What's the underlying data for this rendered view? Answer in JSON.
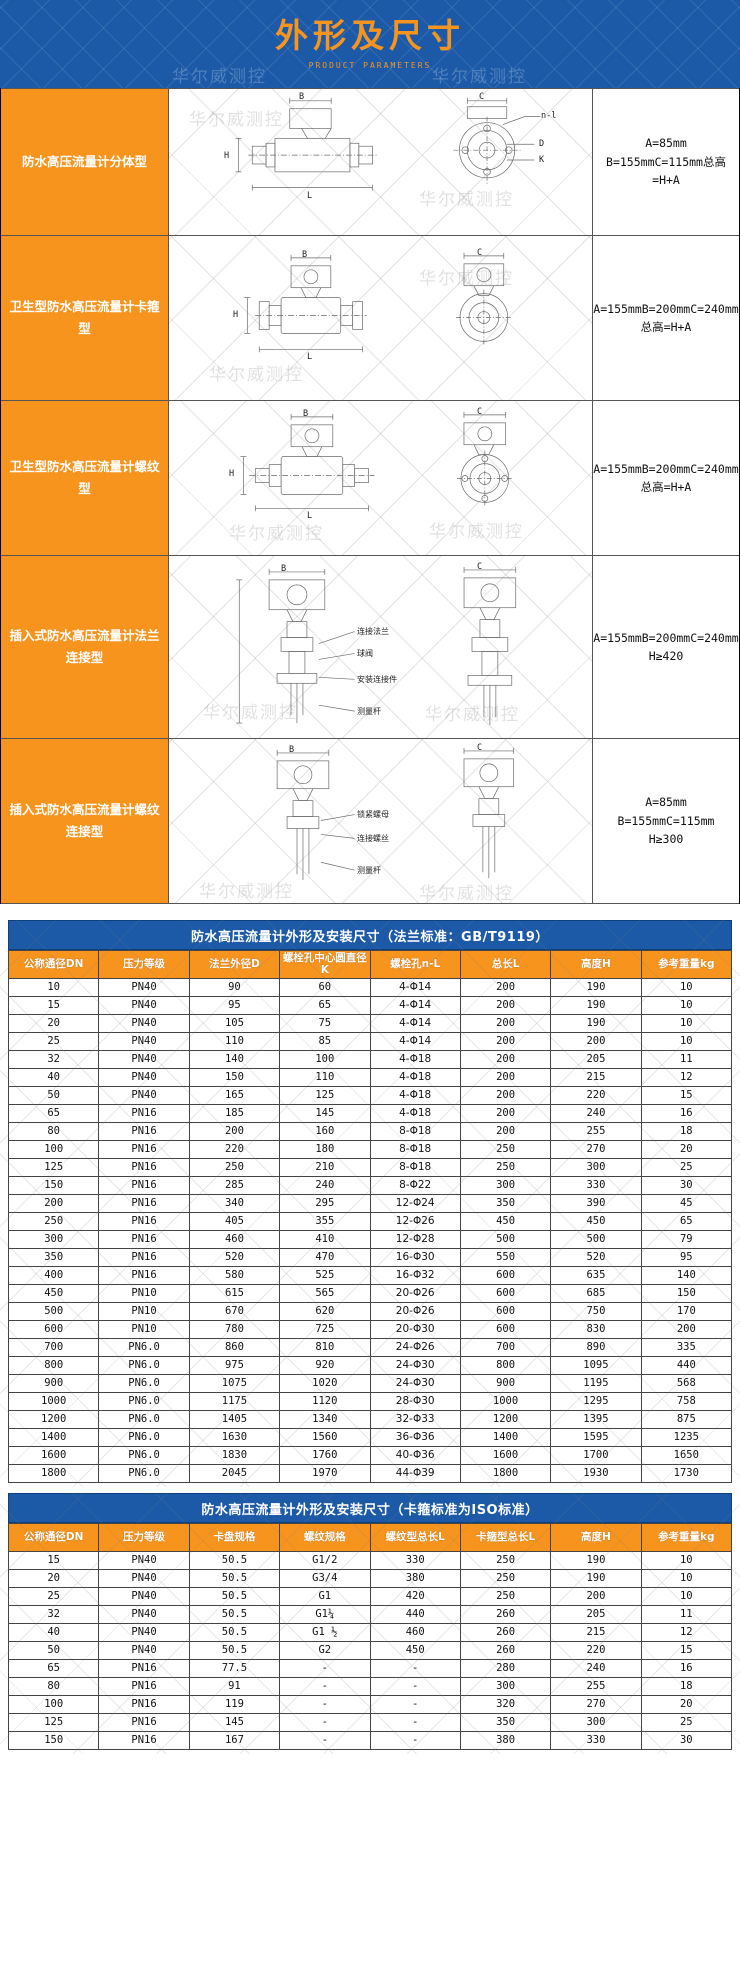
{
  "header": {
    "title": "外形及尺寸",
    "subtitle": "PRODUCT PARAMETERS",
    "watermark": "华尔威测控",
    "bg_color": "#1c5aa8",
    "accent_color": "#f7941e"
  },
  "spec_rows": [
    {
      "label": "防水高压流量计分体型",
      "spec": "A=85mm B=155mmC=115mm总高=H+A",
      "drawing_labels": [
        "B",
        "C",
        "H",
        "L",
        "n-l",
        "D",
        "K"
      ]
    },
    {
      "label": "卫生型防水高压流量计卡箍型",
      "spec": "A=155mmB=200mmC=240mm总高=H+A",
      "drawing_labels": [
        "B",
        "C",
        "H",
        "L"
      ]
    },
    {
      "label": "卫生型防水高压流量计螺纹型",
      "spec": "A=155mmB=200mmC=240mm总高=H+A",
      "drawing_labels": [
        "B",
        "C",
        "H",
        "L"
      ]
    },
    {
      "label": "插入式防水高压流量计法兰连接型",
      "spec": "A=155mmB=200mmC=240mm H≥420",
      "drawing_labels": [
        "B",
        "C",
        "连接法兰",
        "球阀",
        "安装连接件",
        "测量杆"
      ]
    },
    {
      "label": "插入式防水高压流量计螺纹连接型",
      "spec": "A=85mm B=155mmC=115mm H≥300",
      "drawing_labels": [
        "B",
        "C",
        "锁紧螺母",
        "连接螺丝",
        "测量杆"
      ]
    }
  ],
  "table_flange": {
    "title": "防水高压流量计外形及安装尺寸（法兰标准：GB/T9119）",
    "columns": [
      "公称通径DN",
      "压力等级",
      "法兰外径D",
      "螺栓孔中心圆直径K",
      "螺栓孔n-L",
      "总长L",
      "高度H",
      "参考重量kg"
    ],
    "rows": [
      [
        "10",
        "PN40",
        "90",
        "60",
        "4-Φ14",
        "200",
        "190",
        "10"
      ],
      [
        "15",
        "PN40",
        "95",
        "65",
        "4-Φ14",
        "200",
        "190",
        "10"
      ],
      [
        "20",
        "PN40",
        "105",
        "75",
        "4-Φ14",
        "200",
        "190",
        "10"
      ],
      [
        "25",
        "PN40",
        "110",
        "85",
        "4-Φ14",
        "200",
        "200",
        "10"
      ],
      [
        "32",
        "PN40",
        "140",
        "100",
        "4-Φ18",
        "200",
        "205",
        "11"
      ],
      [
        "40",
        "PN40",
        "150",
        "110",
        "4-Φ18",
        "200",
        "215",
        "12"
      ],
      [
        "50",
        "PN40",
        "165",
        "125",
        "4-Φ18",
        "200",
        "220",
        "15"
      ],
      [
        "65",
        "PN16",
        "185",
        "145",
        "4-Φ18",
        "200",
        "240",
        "16"
      ],
      [
        "80",
        "PN16",
        "200",
        "160",
        "8-Φ18",
        "200",
        "255",
        "18"
      ],
      [
        "100",
        "PN16",
        "220",
        "180",
        "8-Φ18",
        "250",
        "270",
        "20"
      ],
      [
        "125",
        "PN16",
        "250",
        "210",
        "8-Φ18",
        "250",
        "300",
        "25"
      ],
      [
        "150",
        "PN16",
        "285",
        "240",
        "8-Φ22",
        "300",
        "330",
        "30"
      ],
      [
        "200",
        "PN16",
        "340",
        "295",
        "12-Φ24",
        "350",
        "390",
        "45"
      ],
      [
        "250",
        "PN16",
        "405",
        "355",
        "12-Φ26",
        "450",
        "450",
        "65"
      ],
      [
        "300",
        "PN16",
        "460",
        "410",
        "12-Φ28",
        "500",
        "500",
        "79"
      ],
      [
        "350",
        "PN16",
        "520",
        "470",
        "16-Φ30",
        "550",
        "520",
        "95"
      ],
      [
        "400",
        "PN16",
        "580",
        "525",
        "16-Φ32",
        "600",
        "635",
        "140"
      ],
      [
        "450",
        "PN10",
        "615",
        "565",
        "20-Φ26",
        "600",
        "685",
        "150"
      ],
      [
        "500",
        "PN10",
        "670",
        "620",
        "20-Φ26",
        "600",
        "750",
        "170"
      ],
      [
        "600",
        "PN10",
        "780",
        "725",
        "20-Φ30",
        "600",
        "830",
        "200"
      ],
      [
        "700",
        "PN6.0",
        "860",
        "810",
        "24-Φ26",
        "700",
        "890",
        "335"
      ],
      [
        "800",
        "PN6.0",
        "975",
        "920",
        "24-Φ30",
        "800",
        "1095",
        "440"
      ],
      [
        "900",
        "PN6.0",
        "1075",
        "1020",
        "24-Φ30",
        "900",
        "1195",
        "568"
      ],
      [
        "1000",
        "PN6.0",
        "1175",
        "1120",
        "28-Φ30",
        "1000",
        "1295",
        "758"
      ],
      [
        "1200",
        "PN6.0",
        "1405",
        "1340",
        "32-Φ33",
        "1200",
        "1395",
        "875"
      ],
      [
        "1400",
        "PN6.0",
        "1630",
        "1560",
        "36-Φ36",
        "1400",
        "1595",
        "1235"
      ],
      [
        "1600",
        "PN6.0",
        "1830",
        "1760",
        "40-Φ36",
        "1600",
        "1700",
        "1650"
      ],
      [
        "1800",
        "PN6.0",
        "2045",
        "1970",
        "44-Φ39",
        "1800",
        "1930",
        "1730"
      ]
    ]
  },
  "table_clamp": {
    "title": "防水高压流量计外形及安装尺寸（卡箍标准为ISO标准）",
    "columns": [
      "公称通径DN",
      "压力等级",
      "卡盘规格",
      "螺纹规格",
      "螺纹型总长L",
      "卡箍型总长L",
      "高度H",
      "参考重量kg"
    ],
    "rows": [
      [
        "15",
        "PN40",
        "50.5",
        "G1/2",
        "330",
        "250",
        "190",
        "10"
      ],
      [
        "20",
        "PN40",
        "50.5",
        "G3/4",
        "380",
        "250",
        "190",
        "10"
      ],
      [
        "25",
        "PN40",
        "50.5",
        "G1",
        "420",
        "250",
        "200",
        "10"
      ],
      [
        "32",
        "PN40",
        "50.5",
        "G1¼",
        "440",
        "260",
        "205",
        "11"
      ],
      [
        "40",
        "PN40",
        "50.5",
        "G1 ½",
        "460",
        "260",
        "215",
        "12"
      ],
      [
        "50",
        "PN40",
        "50.5",
        "G2",
        "450",
        "260",
        "220",
        "15"
      ],
      [
        "65",
        "PN16",
        "77.5",
        "-",
        "-",
        "280",
        "240",
        "16"
      ],
      [
        "80",
        "PN16",
        "91",
        "-",
        "-",
        "300",
        "255",
        "18"
      ],
      [
        "100",
        "PN16",
        "119",
        "-",
        "-",
        "320",
        "270",
        "20"
      ],
      [
        "125",
        "PN16",
        "145",
        "-",
        "-",
        "350",
        "300",
        "25"
      ],
      [
        "150",
        "PN16",
        "167",
        "-",
        "-",
        "380",
        "330",
        "30"
      ]
    ]
  }
}
